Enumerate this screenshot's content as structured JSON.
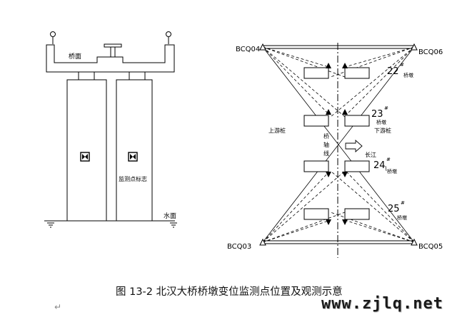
{
  "pier_section": {
    "bridge_deck_label": "桥面",
    "monitor_point_label": "监测点标志",
    "water_level_label": "水面"
  },
  "plan": {
    "stations": [
      "BCQ04",
      "BCQ06",
      "BCQ03",
      "BCQ05"
    ],
    "piers": [
      "22",
      "23",
      "24",
      "25"
    ],
    "pier_suffix": "#",
    "pier_label": "桥墩",
    "upstream_label": "上游桩",
    "downstream_label": "下游桩",
    "axis_label_chars": [
      "桥",
      "轴",
      "线"
    ],
    "flow_label": "长江"
  },
  "caption": "图 13-2  北汉大桥桥墩变位监测点位置及观测示意",
  "return_mark": "↵",
  "watermark": "www.zjlq.net",
  "colors": {
    "line": "#000000",
    "box_fill": "#ffffff"
  }
}
